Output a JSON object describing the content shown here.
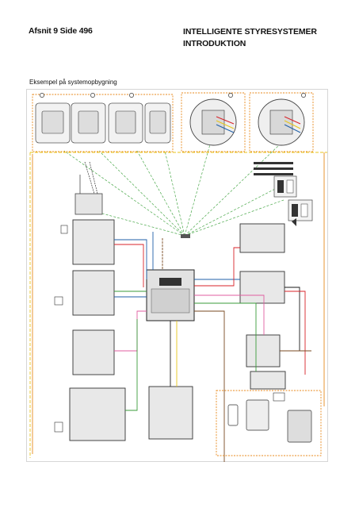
{
  "header": {
    "section_ref": "Afsnit 9 Side 496",
    "title_line1": "INTELLIGENTE STYRESYSTEMER",
    "title_line2": "INTRODUKTION"
  },
  "section": {
    "title": "Eksempel på systemopbygning"
  },
  "colors": {
    "wire_red": "#d8232a",
    "wire_blue": "#1f5fa8",
    "wire_green": "#3a9b3a",
    "wire_yellow": "#e8c61b",
    "wire_orange": "#e88a1c",
    "wire_pink": "#e05ea0",
    "wire_brown": "#7a4a22",
    "wire_black": "#1a1a1a",
    "dashed_green": "#4aa84a"
  }
}
